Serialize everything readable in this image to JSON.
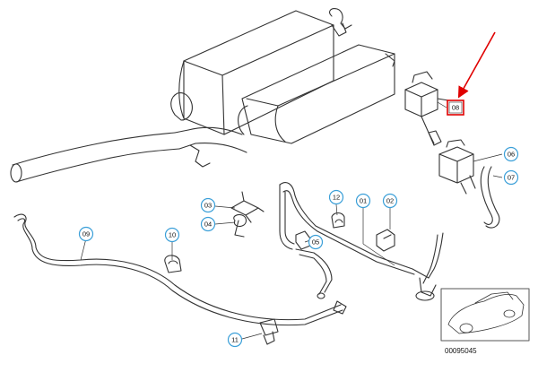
{
  "diagram": {
    "callouts": [
      {
        "id": "c01",
        "label": "01"
      },
      {
        "id": "c02",
        "label": "02"
      },
      {
        "id": "c03",
        "label": "03"
      },
      {
        "id": "c04",
        "label": "04"
      },
      {
        "id": "c05",
        "label": "05"
      },
      {
        "id": "c06",
        "label": "06"
      },
      {
        "id": "c07",
        "label": "07"
      },
      {
        "id": "c08",
        "label": "08"
      },
      {
        "id": "c09",
        "label": "09"
      },
      {
        "id": "c10",
        "label": "10"
      },
      {
        "id": "c11",
        "label": "11"
      },
      {
        "id": "c12",
        "label": "12"
      }
    ],
    "figure_code": "00095045",
    "highlight_color": "#e00000",
    "callout_color": "#3a9fd8"
  }
}
